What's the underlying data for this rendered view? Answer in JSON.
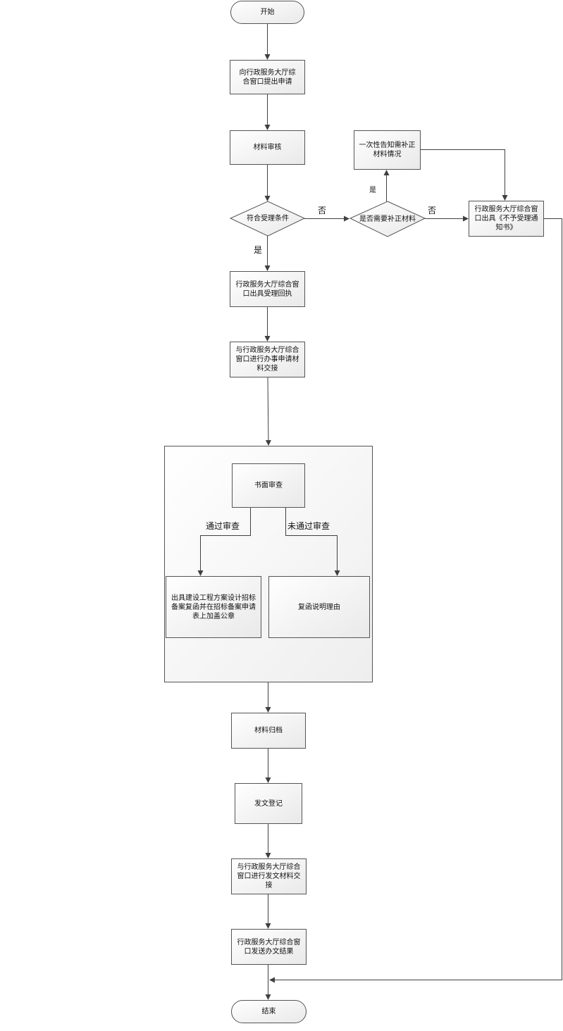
{
  "nodes": {
    "start": "开始",
    "submit": "向行政服务大厅综合窗口提出申请",
    "review": "材料审核",
    "decision_meets": "符合受理条件",
    "decision_supplement": "是否需要补正材料",
    "notify_supplement": "一次性告知需补正材料情况",
    "reject_notice": "行政服务大厅综合窗口出具《不予受理通知书》",
    "acceptance_receipt": "行政服务大厅综合窗口出具受理回执",
    "handover_apply": "与行政服务大厅综合窗口进行办事申请材料交接",
    "written_review": "书面审查",
    "issue_reply": "出具建设工程方案设计招标备案复函并在招标备案申请表上加盖公章",
    "reply_reason": "复函说明理由",
    "archive": "材料归档",
    "dispatch_register": "发文登记",
    "handover_dispatch": "与行政服务大厅综合窗口进行发文材料交接",
    "send_result": "行政服务大厅综合窗口发送办文结果",
    "end": "结束"
  },
  "labels": {
    "no_1": "否",
    "yes_1": "是",
    "yes_2": "是",
    "no_2": "否",
    "pass": "通过审查",
    "fail": "未通过审查"
  }
}
